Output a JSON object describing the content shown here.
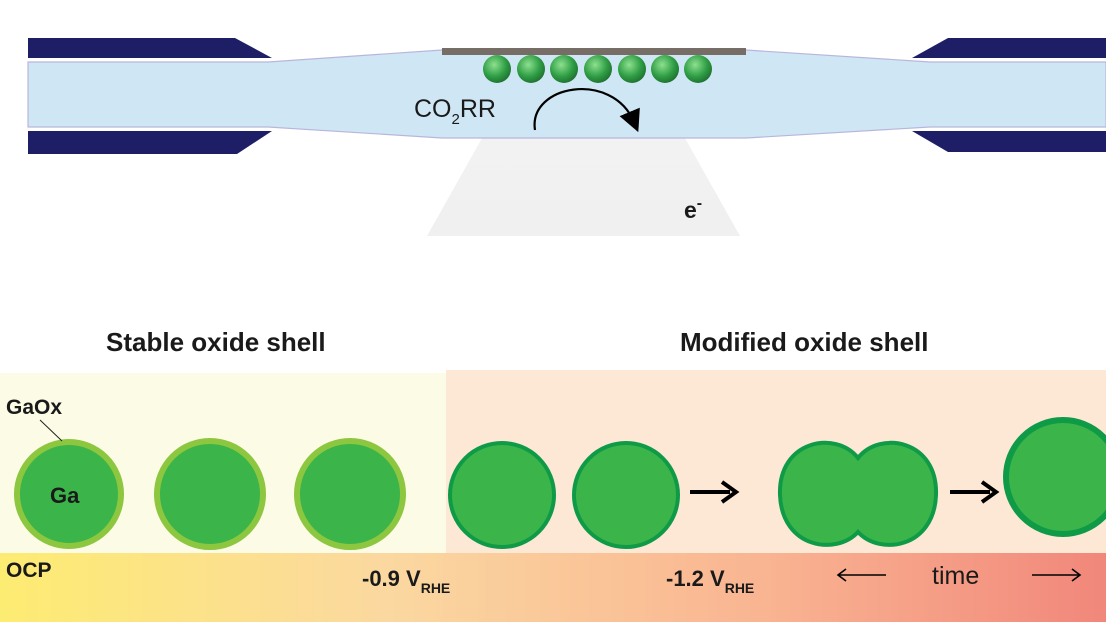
{
  "top_panel": {
    "reaction_label": "CO",
    "reaction_subscript": "2",
    "reaction_suffix": "RR",
    "electron_label": "e",
    "electron_superscript": "-"
  },
  "bottom_panel": {
    "left_heading": "Stable oxide shell",
    "right_heading": "Modified oxide shell",
    "shell_label": "GaOx",
    "core_label": "Ga",
    "potentials": {
      "ocp": "OCP",
      "v1_value": "-0.9 V",
      "v1_subscript": "RHE",
      "v2_value": "-1.2 V",
      "v2_subscript": "RHE"
    },
    "time_label": "time"
  },
  "colors": {
    "liquid_cell": "#cfe7f4",
    "electrode_dark": "#1e1e66",
    "particle_green": "#3bb44a",
    "stable_shell": "#8dc63f",
    "modified_shell": "#0f9a48",
    "stable_bg": "#fbfbe7",
    "modified_bg": "#fce8d6",
    "gradient_start": "#fdea6c",
    "gradient_end": "#f28a7c"
  }
}
